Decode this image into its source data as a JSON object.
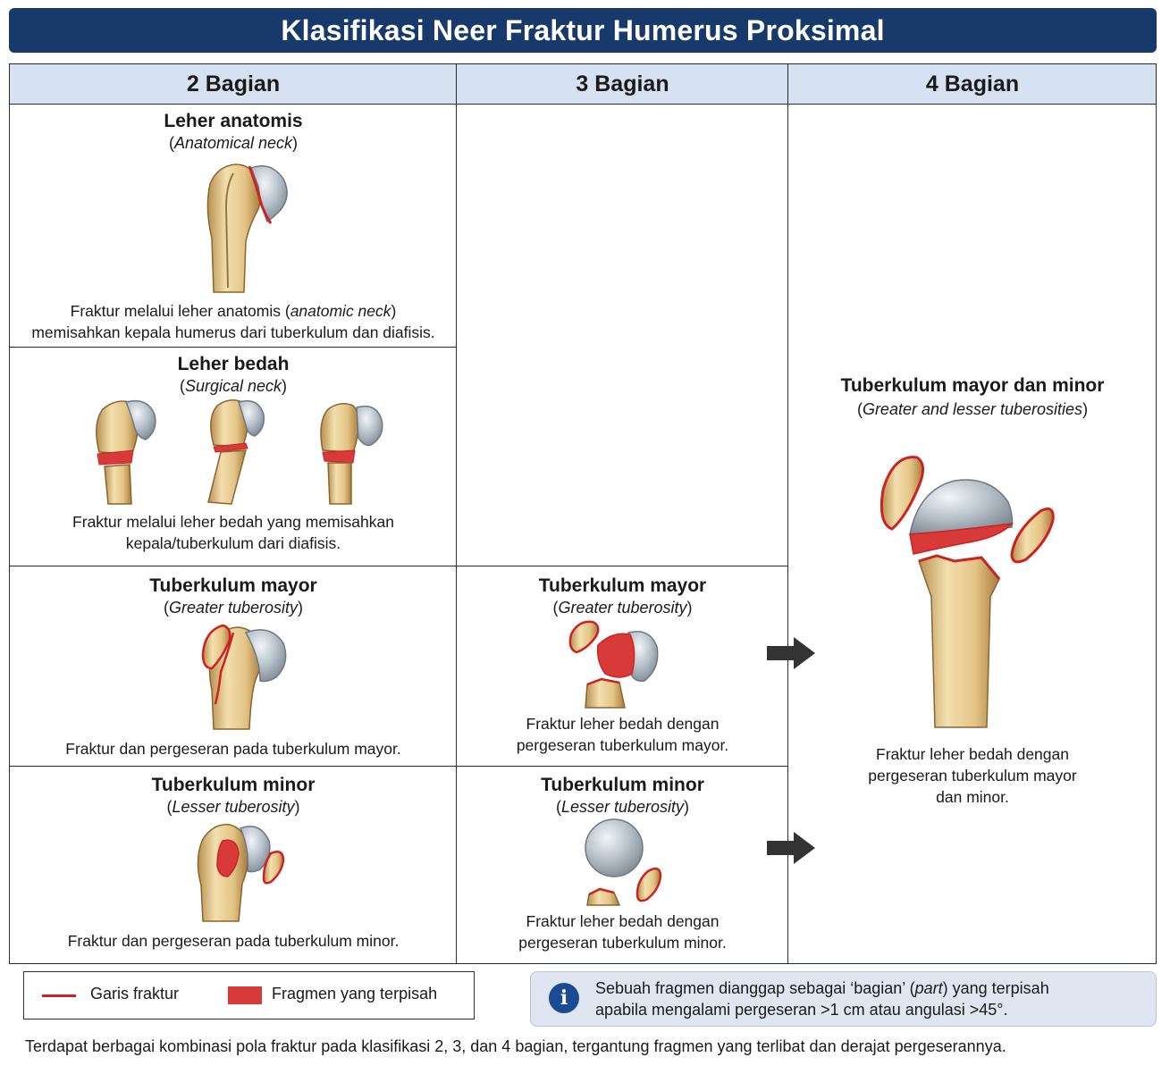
{
  "title": "Klasifikasi Neer Fraktur Humerus Proksimal",
  "columns": [
    "2 Bagian",
    "3 Bagian",
    "4 Bagian"
  ],
  "two_part": {
    "anatomical": {
      "title": "Leher anatomis",
      "subtitle_en": "Anatomical neck",
      "desc_line1_a": "Fraktur melalui leher anatomis (",
      "desc_line1_it": "anatomic neck",
      "desc_line1_b": ")",
      "desc_line2": "memisahkan kepala humerus dari tuberkulum dan diafisis."
    },
    "surgical": {
      "title": "Leher bedah",
      "subtitle_en": "Surgical neck",
      "desc_line1": "Fraktur melalui leher bedah yang memisahkan",
      "desc_line2": "kepala/tuberkulum dari diafisis."
    },
    "greater": {
      "title": "Tuberkulum mayor",
      "subtitle_en": "Greater tuberosity",
      "desc": "Fraktur dan pergeseran pada tuberkulum mayor."
    },
    "lesser": {
      "title": "Tuberkulum minor",
      "subtitle_en": "Lesser tuberosity",
      "desc": "Fraktur dan pergeseran pada tuberkulum minor."
    }
  },
  "three_part": {
    "greater": {
      "title": "Tuberkulum mayor",
      "subtitle_en": "Greater tuberosity",
      "desc_line1": "Fraktur leher bedah dengan",
      "desc_line2": "pergeseran tuberkulum mayor."
    },
    "lesser": {
      "title": "Tuberkulum minor",
      "subtitle_en": "Lesser tuberosity",
      "desc_line1": "Fraktur leher bedah dengan",
      "desc_line2": "pergeseran tuberkulum minor."
    }
  },
  "four_part": {
    "title": "Tuberkulum mayor dan minor",
    "subtitle_en": "Greater and lesser tuberosities",
    "desc_line1": "Fraktur leher bedah dengan",
    "desc_line2": "pergeseran tuberkulum mayor",
    "desc_line3": "dan minor."
  },
  "legend": {
    "line_label": "Garis fraktur",
    "box_label": "Fragmen yang terpisah",
    "line_color": "#cc2222",
    "box_color": "#d83a3a"
  },
  "info": {
    "icon": "info-icon",
    "line1_a": "Sebuah fragmen dianggap sebagai ‘bagian’ (",
    "line1_it": "part",
    "line1_b": ") yang terpisah",
    "line2": "apabila mengalami pergeseran >1 cm atau angulasi >45°."
  },
  "footer": "Terdapat berbagai kombinasi pola fraktur pada klasifikasi 2, 3, dan 4 bagian, tergantung fragmen yang terlibat dan derajat pergeserannya.",
  "colors": {
    "banner": "#173a6b",
    "header": "#d6e2f1",
    "bone": "#e6c98a",
    "head": "#b7c2cc",
    "fracture": "#cc2222"
  }
}
